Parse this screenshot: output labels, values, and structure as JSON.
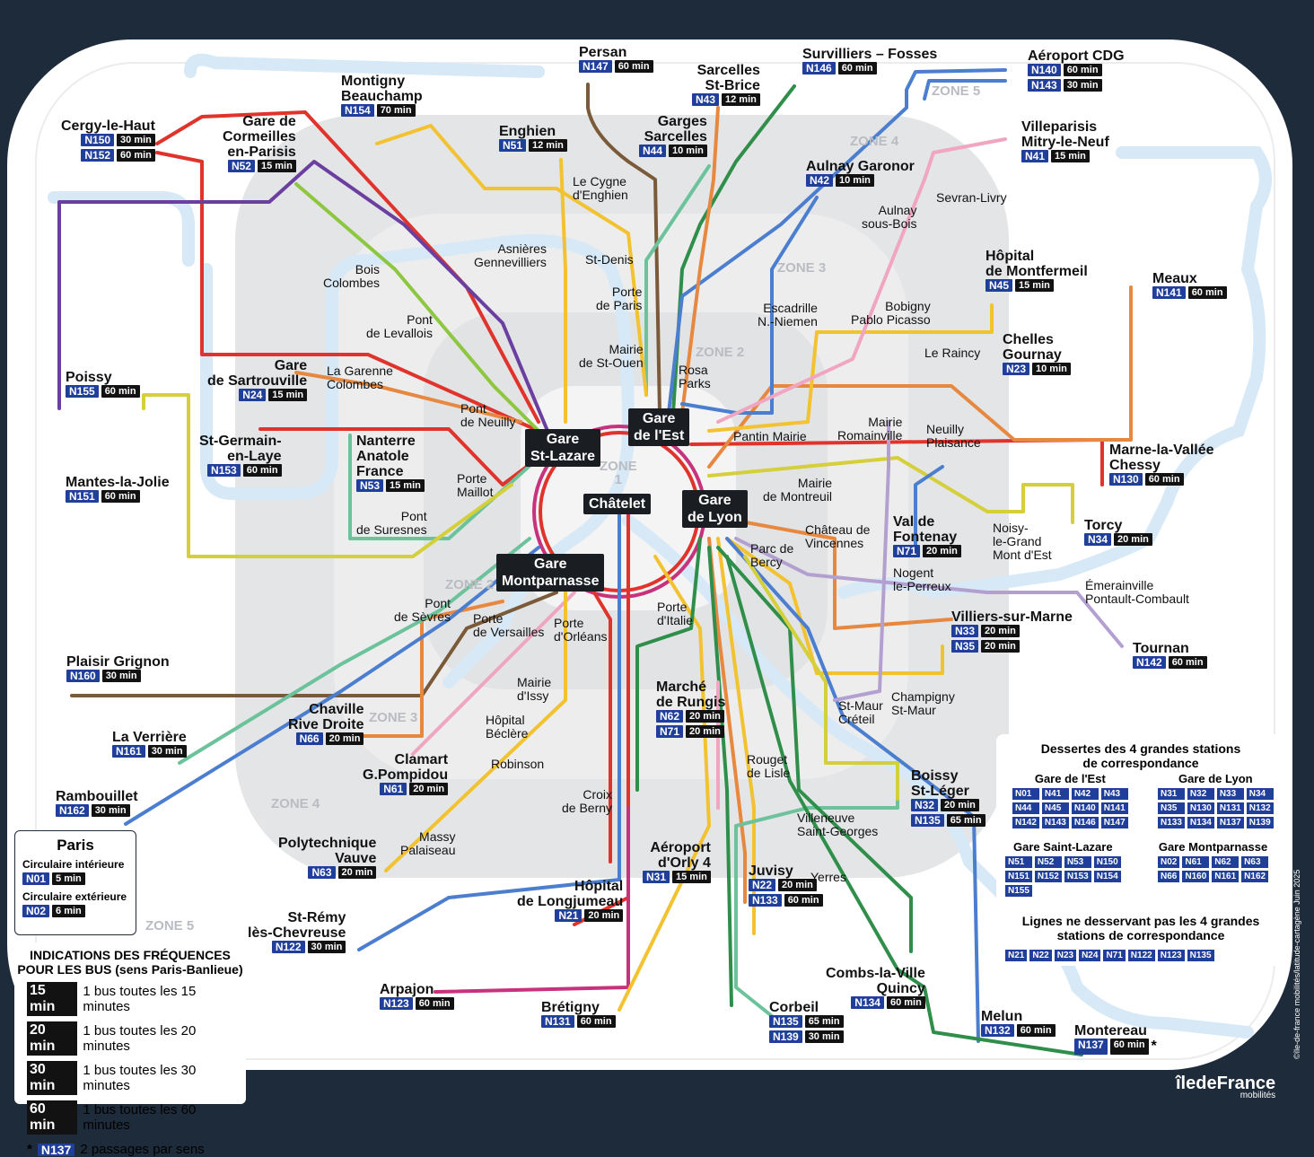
{
  "colors": {
    "bg": "#1e2b3a",
    "zone": "#e3e4e6",
    "zone_inner": "#f0f0f1",
    "river": "#d7e9f6",
    "badge": "#1f3f9a",
    "freq": "#121212"
  },
  "zones": [
    {
      "id": "z1",
      "label": "ZONE\n1"
    },
    {
      "id": "z2a",
      "label": "ZONE 2"
    },
    {
      "id": "z2b",
      "label": "ZONE 2"
    },
    {
      "id": "z3a",
      "label": "ZONE 3"
    },
    {
      "id": "z3b",
      "label": "ZONE 3"
    },
    {
      "id": "z4a",
      "label": "ZONE 4"
    },
    {
      "id": "z4b",
      "label": "ZONE 4"
    },
    {
      "id": "z5a",
      "label": "ZONE 5"
    },
    {
      "id": "z5b",
      "label": "ZONE 5"
    }
  ],
  "hubs": {
    "lazare": "Gare\nSt-Lazare",
    "est": "Gare\nde l'Est",
    "chatelet": "Châtelet",
    "lyon": "Gare\nde Lyon",
    "montparnasse": "Gare\nMontparnasse"
  },
  "termini": [
    {
      "id": "persan",
      "name": "Persan",
      "badges": [
        [
          "N147",
          "60 min"
        ]
      ]
    },
    {
      "id": "sarcelles",
      "name": "Sarcelles\nSt-Brice",
      "badges": [
        [
          "N43",
          "12 min"
        ]
      ]
    },
    {
      "id": "survilliers",
      "name": "Survilliers – Fosses",
      "badges": [
        [
          "N146",
          "60 min"
        ]
      ]
    },
    {
      "id": "cdg",
      "name": "Aéroport CDG",
      "badges": [
        [
          "N140",
          "60 min"
        ],
        [
          "N143",
          "30 min"
        ]
      ]
    },
    {
      "id": "cergy",
      "name": "Cergy-le-Haut",
      "badges": [
        [
          "N150",
          "30 min"
        ],
        [
          "N152",
          "60 min"
        ]
      ]
    },
    {
      "id": "montigny",
      "name": "Montigny\nBeauchamp",
      "badges": [
        [
          "N154",
          "70 min"
        ]
      ]
    },
    {
      "id": "cormeilles",
      "name": "Gare de\nCormeilles\nen-Parisis",
      "badges": [
        [
          "N52",
          "15 min"
        ]
      ]
    },
    {
      "id": "enghien",
      "name": "Enghien",
      "badges": [
        [
          "N51",
          "12 min"
        ]
      ]
    },
    {
      "id": "garges",
      "name": "Garges\nSarcelles",
      "badges": [
        [
          "N44",
          "10 min"
        ]
      ]
    },
    {
      "id": "aulnay",
      "name": "Aulnay Garonor",
      "badges": [
        [
          "N42",
          "10 min"
        ]
      ]
    },
    {
      "id": "villeparisis",
      "name": "Villeparisis\nMitry-le-Neuf",
      "badges": [
        [
          "N41",
          "15 min"
        ]
      ]
    },
    {
      "id": "montfermeil",
      "name": "Hôpital\nde Montfermeil",
      "badges": [
        [
          "N45",
          "15 min"
        ]
      ]
    },
    {
      "id": "meaux",
      "name": "Meaux",
      "badges": [
        [
          "N141",
          "60 min"
        ]
      ]
    },
    {
      "id": "chelles",
      "name": "Chelles\nGournay",
      "badges": [
        [
          "N23",
          "10 min"
        ]
      ]
    },
    {
      "id": "poissy",
      "name": "Poissy",
      "badges": [
        [
          "N155",
          "60 min"
        ]
      ]
    },
    {
      "id": "sartrouville",
      "name": "Gare\nde Sartrouville",
      "badges": [
        [
          "N24",
          "15 min"
        ]
      ]
    },
    {
      "id": "stgermain",
      "name": "St-Germain-\nen-Laye",
      "badges": [
        [
          "N153",
          "60 min"
        ]
      ]
    },
    {
      "id": "nanterre",
      "name": "Nanterre\nAnatole\nFrance",
      "badges": [
        [
          "N53",
          "15 min"
        ]
      ]
    },
    {
      "id": "mantes",
      "name": "Mantes-la-Jolie",
      "badges": [
        [
          "N151",
          "60 min"
        ]
      ]
    },
    {
      "id": "marne",
      "name": "Marne-la-Vallée\nChessy",
      "badges": [
        [
          "N130",
          "60 min"
        ]
      ]
    },
    {
      "id": "valfontenay",
      "name": "Val de\nFontenay",
      "badges": [
        [
          "N71",
          "20 min"
        ]
      ]
    },
    {
      "id": "torcy",
      "name": "Torcy",
      "badges": [
        [
          "N34",
          "20 min"
        ]
      ]
    },
    {
      "id": "villiers",
      "name": "Villiers-sur-Marne",
      "badges": [
        [
          "N33",
          "20 min"
        ],
        [
          "N35",
          "20 min"
        ]
      ]
    },
    {
      "id": "tournan",
      "name": "Tournan",
      "badges": [
        [
          "N142",
          "60 min"
        ]
      ]
    },
    {
      "id": "plaisir",
      "name": "Plaisir Grignon",
      "badges": [
        [
          "N160",
          "30 min"
        ]
      ]
    },
    {
      "id": "chaville",
      "name": "Chaville\nRive Droite",
      "badges": [
        [
          "N66",
          "20 min"
        ]
      ]
    },
    {
      "id": "laverriere",
      "name": "La Verrière",
      "badges": [
        [
          "N161",
          "30 min"
        ]
      ]
    },
    {
      "id": "rambouillet",
      "name": "Rambouillet",
      "badges": [
        [
          "N162",
          "30 min"
        ]
      ]
    },
    {
      "id": "clamart",
      "name": "Clamart\nG.Pompidou",
      "badges": [
        [
          "N61",
          "20 min"
        ]
      ]
    },
    {
      "id": "rungis",
      "name": "Marché\nde Rungis",
      "badges": [
        [
          "N62",
          "20 min"
        ],
        [
          "N71",
          "20 min"
        ]
      ]
    },
    {
      "id": "boissy",
      "name": "Boissy\nSt-Léger",
      "badges": [
        [
          "N32",
          "20 min"
        ],
        [
          "N135",
          "65 min"
        ]
      ]
    },
    {
      "id": "polytech",
      "name": "Polytechnique\nVauve",
      "badges": [
        [
          "N63",
          "20 min"
        ]
      ]
    },
    {
      "id": "orly",
      "name": "Aéroport\nd'Orly 4",
      "badges": [
        [
          "N31",
          "15 min"
        ]
      ]
    },
    {
      "id": "juvisy",
      "name": "Juvisy",
      "badges": [
        [
          "N22",
          "20 min"
        ],
        [
          "N133",
          "60 min"
        ]
      ]
    },
    {
      "id": "longjumeau",
      "name": "Hôpital\nde Longjumeau",
      "badges": [
        [
          "N21",
          "20 min"
        ]
      ]
    },
    {
      "id": "stremy",
      "name": "St-Rémy\nlès-Chevreuse",
      "badges": [
        [
          "N122",
          "30 min"
        ]
      ]
    },
    {
      "id": "combs",
      "name": "Combs-la-Ville\nQuincy",
      "badges": [
        [
          "N134",
          "60 min"
        ]
      ]
    },
    {
      "id": "arpajon",
      "name": "Arpajon",
      "badges": [
        [
          "N123",
          "60 min"
        ]
      ]
    },
    {
      "id": "bretigny",
      "name": "Brétigny",
      "badges": [
        [
          "N131",
          "60 min"
        ]
      ]
    },
    {
      "id": "corbeil",
      "name": "Corbeil",
      "badges": [
        [
          "N135",
          "65 min"
        ],
        [
          "N139",
          "30 min"
        ]
      ]
    },
    {
      "id": "melun",
      "name": "Melun",
      "badges": [
        [
          "N132",
          "60 min"
        ]
      ]
    },
    {
      "id": "montereau",
      "name": "Montereau",
      "badges": [
        [
          "N137",
          "60 min"
        ]
      ],
      "star": "*"
    }
  ],
  "stations": [
    {
      "id": "cygne",
      "name": "Le Cygne\nd'Enghien"
    },
    {
      "id": "asnieres",
      "name": "Asnières\nGennevilliers"
    },
    {
      "id": "stdenis",
      "name": "St-Denis"
    },
    {
      "id": "portedeparis",
      "name": "Porte\nde Paris"
    },
    {
      "id": "bois",
      "name": "Bois\nColombes"
    },
    {
      "id": "levallois",
      "name": "Pont\nde Levallois"
    },
    {
      "id": "mairieouen",
      "name": "Mairie\nde St-Ouen"
    },
    {
      "id": "garenne",
      "name": "La Garenne\nColombes"
    },
    {
      "id": "neuilly",
      "name": "Pont\nde Neuilly"
    },
    {
      "id": "maillot",
      "name": "Porte\nMaillot"
    },
    {
      "id": "suresnes",
      "name": "Pont\nde Suresnes"
    },
    {
      "id": "rosa",
      "name": "Rosa\nParks"
    },
    {
      "id": "pantin",
      "name": "Pantin Mairie"
    },
    {
      "id": "escadrille",
      "name": "Escadrille\nN.-Niemen"
    },
    {
      "id": "bobigny",
      "name": "Bobigny\nPablo Picasso"
    },
    {
      "id": "aulnaysb",
      "name": "Aulnay\nsous-Bois"
    },
    {
      "id": "sevran",
      "name": "Sevran-Livry"
    },
    {
      "id": "raincy",
      "name": "Le Raincy"
    },
    {
      "id": "romainville",
      "name": "Mairie\nRomainville"
    },
    {
      "id": "neuillyplaisance",
      "name": "Neuilly\nPlaisance"
    },
    {
      "id": "montreuil",
      "name": "Mairie\nde Montreuil"
    },
    {
      "id": "vincennes",
      "name": "Château de\nVincennes"
    },
    {
      "id": "bercy",
      "name": "Parc de\nBercy"
    },
    {
      "id": "nogent",
      "name": "Nogent\nle-Perreux"
    },
    {
      "id": "noisy",
      "name": "Noisy-\nle-Grand\nMont d'Est"
    },
    {
      "id": "emerainville",
      "name": "Émerainville\nPontault-Combault"
    },
    {
      "id": "sevres",
      "name": "Pont\nde Sèvres"
    },
    {
      "id": "versailles",
      "name": "Porte\nde Versailles"
    },
    {
      "id": "orleans",
      "name": "Porte\nd'Orléans"
    },
    {
      "id": "italie",
      "name": "Porte\nd'Italie"
    },
    {
      "id": "issy",
      "name": "Mairie\nd'Issy"
    },
    {
      "id": "beclere",
      "name": "Hôpital\nBéclère"
    },
    {
      "id": "robinson",
      "name": "Robinson"
    },
    {
      "id": "stmaur",
      "name": "St-Maur\nCréteil"
    },
    {
      "id": "champigny",
      "name": "Champigny\nSt-Maur"
    },
    {
      "id": "rouget",
      "name": "Rouget\nde Lisle"
    },
    {
      "id": "berny",
      "name": "Croix\nde Berny"
    },
    {
      "id": "villeneuve",
      "name": "Villeneuve\nSaint-Georges"
    },
    {
      "id": "massy",
      "name": "Massy\nPalaiseau"
    },
    {
      "id": "yerres",
      "name": "Yerres"
    }
  ],
  "paris_box": {
    "title": "Paris",
    "interieure": "Circulaire intérieure",
    "n01": "N01",
    "f01": "5 min",
    "exterieure": "Circulaire extérieure",
    "n02": "N02",
    "f02": "6 min"
  },
  "freq_legend": {
    "title": "INDICATIONS DES FRÉQUENCES\nPOUR LES BUS (sens Paris-Banlieue)",
    "rows": [
      [
        "15 min",
        "1 bus toutes les 15 minutes"
      ],
      [
        "20 min",
        "1 bus toutes les 20 minutes"
      ],
      [
        "30 min",
        "1 bus toutes les 30 minutes"
      ],
      [
        "60 min",
        "1 bus toutes les 60 minutes"
      ]
    ],
    "star": "*",
    "star_badge": "N137",
    "star_text": "2 passages par sens"
  },
  "dessertes": {
    "title": "Dessertes des 4 grandes stations\nde correspondance",
    "groups": [
      {
        "name": "Gare de l'Est",
        "lines": [
          "N01",
          "N41",
          "N42",
          "N43",
          "N44",
          "N45",
          "N140",
          "N141",
          "N142",
          "N143",
          "N146",
          "N147"
        ]
      },
      {
        "name": "Gare de Lyon",
        "lines": [
          "N31",
          "N32",
          "N33",
          "N34",
          "N35",
          "N130",
          "N131",
          "N132",
          "N133",
          "N134",
          "N137",
          "N139"
        ]
      },
      {
        "name": "Gare Saint-Lazare",
        "lines": [
          "N51",
          "N52",
          "N53",
          "N150",
          "N151",
          "N152",
          "N153",
          "N154",
          "N155"
        ]
      },
      {
        "name": "Gare Montparnasse",
        "lines": [
          "N02",
          "N61",
          "N62",
          "N63",
          "N66",
          "N160",
          "N161",
          "N162"
        ]
      }
    ],
    "other_title": "Lignes ne desservant pas les 4 grandes\nstations de correspondance",
    "other_lines": [
      "N21",
      "N22",
      "N23",
      "N24",
      "N71",
      "N122",
      "N123",
      "N135"
    ]
  },
  "credit": "©île-de-france mobilités/latitude-cartagène Juin 2025",
  "brand": {
    "name": "îledeFrance",
    "sub": "mobilités"
  }
}
